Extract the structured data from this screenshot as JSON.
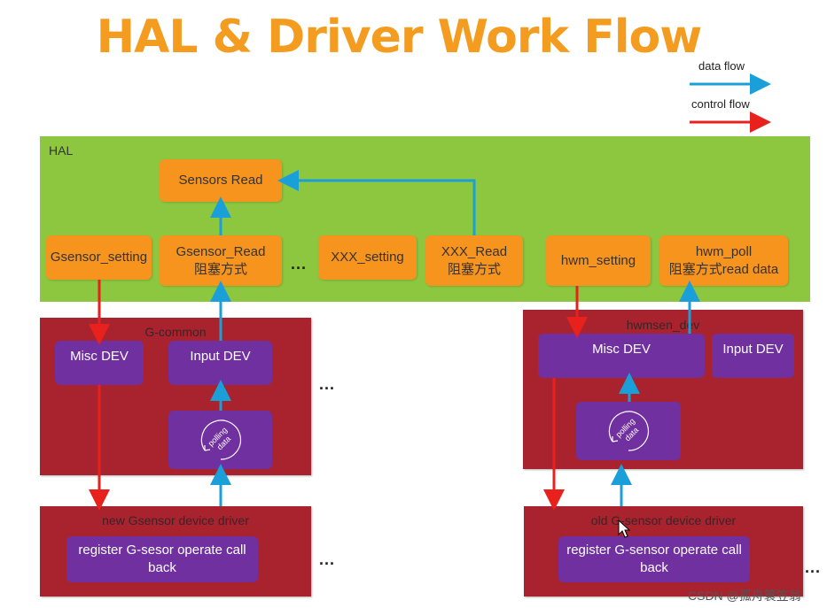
{
  "title": "HAL & Driver Work Flow",
  "legend": {
    "data_flow": "data flow",
    "control_flow": "control flow"
  },
  "hal": {
    "label": "HAL",
    "sensors_read": "Sensors Read",
    "gsensor_setting": "Gsensor_setting",
    "gsensor_read": {
      "line1": "Gsensor_Read",
      "line2": "阻塞方式"
    },
    "dots": "...",
    "xxx_setting": "XXX_setting",
    "xxx_read": {
      "line1": "XXX_Read",
      "line2": "阻塞方式"
    },
    "hwm_setting": "hwm_setting",
    "hwm_poll": {
      "line1": "hwm_poll",
      "line2": "阻塞方式read data"
    }
  },
  "g_common": {
    "label": "G-common",
    "misc_dev": "Misc DEV",
    "input_dev": "Input DEV",
    "polling": {
      "line1": "polling",
      "line2": "data"
    }
  },
  "hwmsen_dev": {
    "label": "hwmsen_dev",
    "misc_dev": "Misc DEV",
    "input_dev": "Input DEV",
    "polling": {
      "line1": "polling",
      "line2": "data"
    }
  },
  "new_driver": {
    "label": "new Gsensor device driver",
    "register": {
      "line1": "register  G-sesor operate call",
      "line2": "back"
    }
  },
  "old_driver": {
    "label": "old G-sensor device driver",
    "register": {
      "line1": "register  G-sensor operate call",
      "line2": "back"
    }
  },
  "dots": {
    "mid": "...",
    "bottom": "...",
    "right": "..."
  },
  "watermark": "CSDN @孤舟簑笠翁",
  "colors": {
    "title": "#f39c1f",
    "hal_bg": "#8dc63f",
    "orange_box": "#f7941d",
    "red_box": "#a8232e",
    "purple_box": "#7030a0",
    "data_arrow": "#1a9fd8",
    "control_arrow": "#e8211c"
  }
}
